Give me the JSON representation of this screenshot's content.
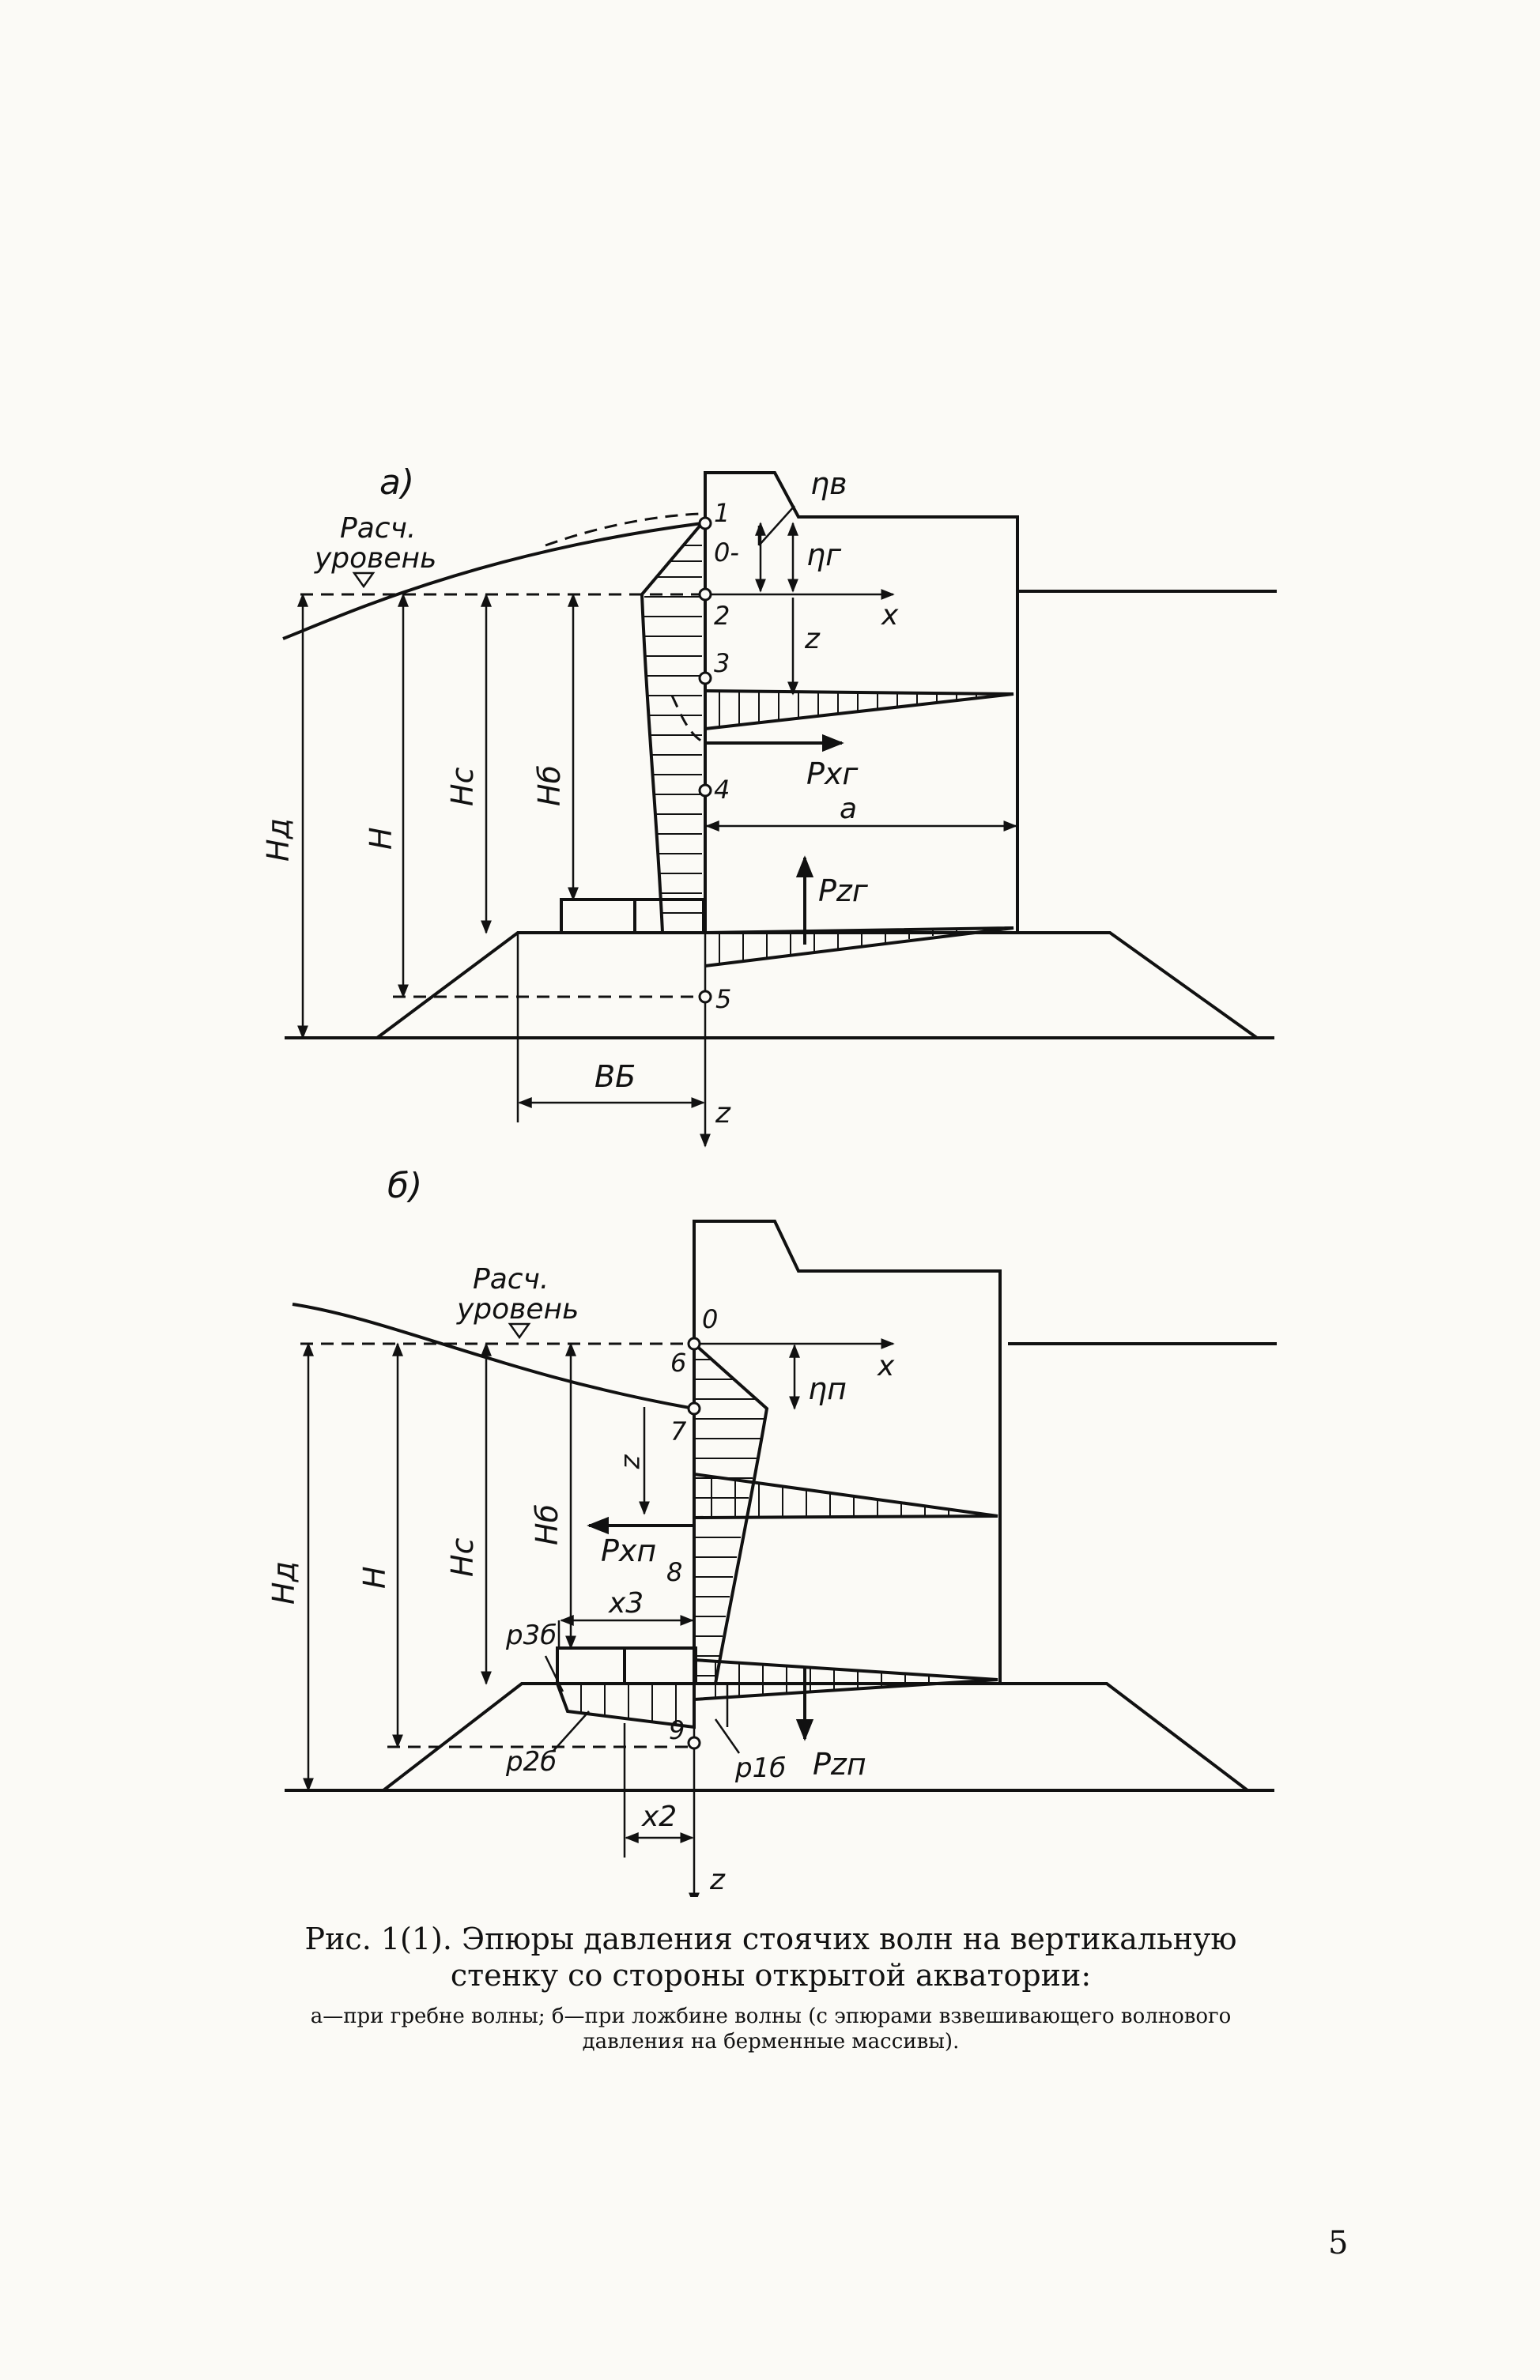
{
  "figure": {
    "a": {
      "panel_label": "а)",
      "level_label_1": "Расч.",
      "level_label_2": "уровень",
      "points": [
        "1",
        "0-",
        "2",
        "3",
        "4",
        "5"
      ],
      "eta_top": "ηв",
      "eta_crest": "ηг",
      "axis_x": "x",
      "axis_z": "z",
      "z_dim": "z",
      "a_dim": "a",
      "Hd": "Hд",
      "H": "H",
      "Hc": "Hс",
      "Hb": "Hб",
      "Bb": "BБ",
      "Pxg": "Pxг",
      "Pzg": "Pzг"
    },
    "b": {
      "panel_label": "б)",
      "level_label_1": "Расч.",
      "level_label_2": "уровень",
      "points": [
        "0",
        "6",
        "7",
        "8",
        "9"
      ],
      "eta_trough": "ηп",
      "axis_x": "x",
      "axis_z": "z",
      "z_dim": "z",
      "Hd": "Hд",
      "H": "H",
      "Hc": "Hс",
      "Hb": "Hб",
      "Pxn": "Pxп",
      "Pzn": "Pzп",
      "x3": "x3",
      "x2": "x2",
      "p3b": "p3б",
      "p2b": "p2б",
      "p1b": "p1б"
    }
  },
  "caption": {
    "main": "Рис. 1(1). Эпюры давления стоячих волн на вертикальную стенку со стороны открытой акватории:",
    "sub": "а—при гребне волны; б—при ложбине волны (с эпюрами взвешивающего волнового давления на берменные массивы)."
  },
  "page_number": "5"
}
